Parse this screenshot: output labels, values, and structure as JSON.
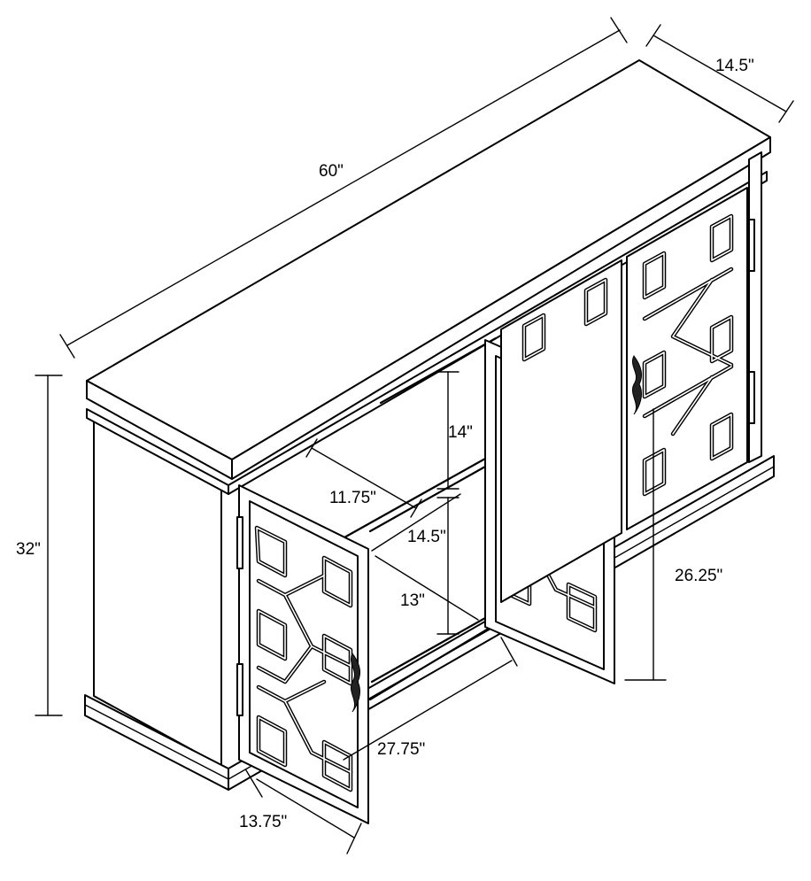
{
  "diagram": {
    "subject": "cabinet-dimension-drawing",
    "dimensions": {
      "overall_width": "60\"",
      "overall_depth": "14.5\"",
      "overall_height": "32\"",
      "inner_shelf_depth": "11.75\"",
      "upper_compartment_height": "14\"",
      "interior_depth": "14.5\"",
      "lower_compartment_height": "13\"",
      "door_opening_height": "26.25\"",
      "opening_width": "27.75\"",
      "door_width": "13.75\""
    }
  }
}
